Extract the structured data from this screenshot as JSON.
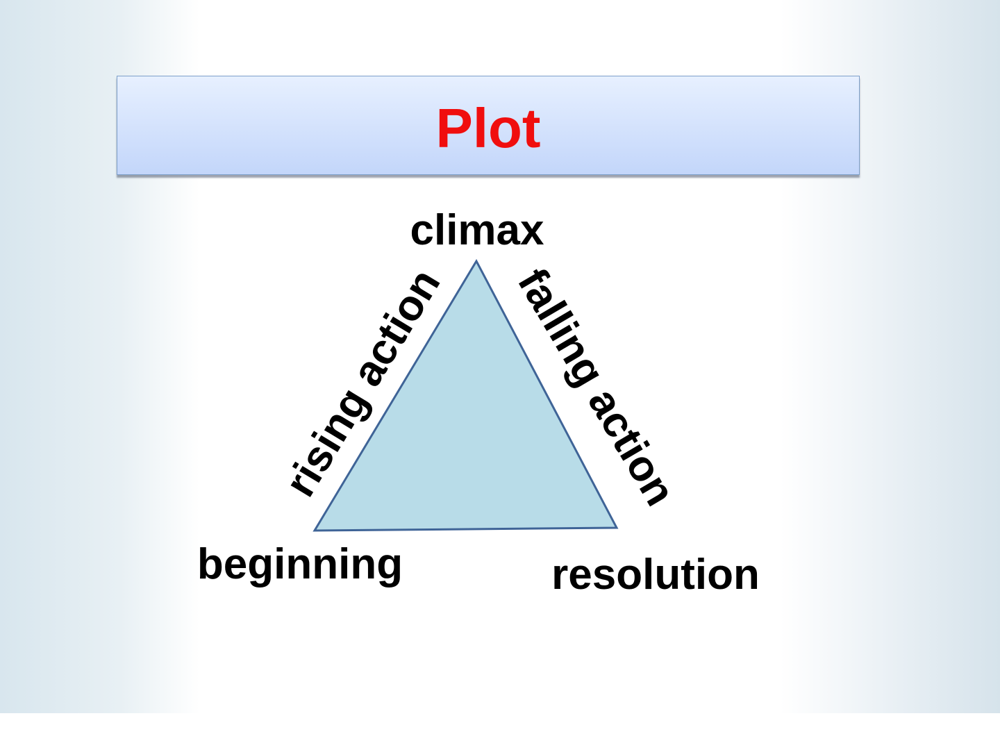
{
  "slide": {
    "title": "Plot"
  },
  "diagram": {
    "triangle_fill": "#b8dce8",
    "triangle_stroke": "#3f6497",
    "labels": {
      "climax": "climax",
      "rising_action": "rising action",
      "falling_action": "falling action",
      "beginning": "beginning",
      "resolution": "resolution"
    }
  },
  "colors": {
    "title": "#f00e0e",
    "title_box_top": "#e7f0ff",
    "title_box_bottom": "#c3d6fa",
    "text": "#000000"
  }
}
